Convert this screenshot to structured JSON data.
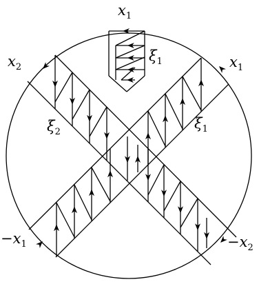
{
  "labels": {
    "top_x1": {
      "sign": "",
      "base": "x",
      "index": "1"
    },
    "left_x2": {
      "sign": "",
      "base": "x",
      "index": "2"
    },
    "right_x1": {
      "sign": "",
      "base": "x",
      "index": "1"
    },
    "xi1_top": {
      "sign": "",
      "base": "ξ",
      "index": "1"
    },
    "xi2": {
      "sign": "",
      "base": "ξ",
      "index": "2"
    },
    "xi1_right": {
      "sign": "",
      "base": "ξ",
      "index": "1"
    },
    "neg_x1": {
      "sign": "−",
      "base": "x",
      "index": "1"
    },
    "neg_x2": {
      "sign": "−",
      "base": "x",
      "index": "2"
    }
  },
  "colors": {
    "ink": "#000000",
    "background": "#ffffff"
  },
  "diagram": {
    "shape": "circle",
    "bands": 2,
    "band_a_direction": "top-left to bottom-right",
    "band_b_direction": "top-right to bottom-left",
    "top_wedge": "triangular strip from boundary with zigzag arrows",
    "arrow_icon": "arrowhead-icon"
  }
}
